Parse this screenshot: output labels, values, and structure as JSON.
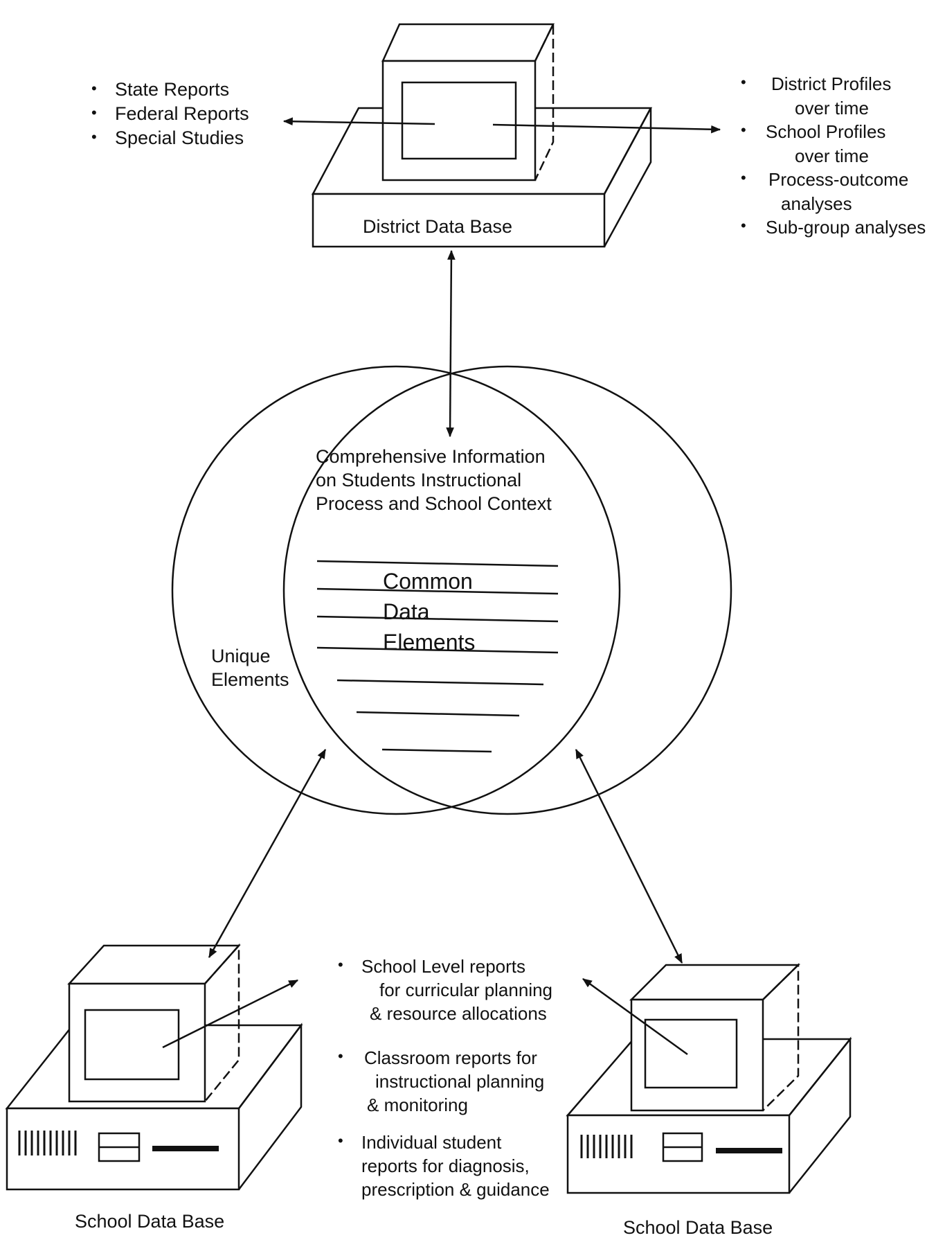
{
  "district": {
    "label": "District Data Base",
    "outputs_left": [
      "State Reports",
      "Federal Reports",
      "Special Studies"
    ],
    "outputs_right": [
      [
        "District  Profiles",
        "over time"
      ],
      [
        "School  Profiles",
        "over time"
      ],
      [
        "Process-outcome",
        "analyses"
      ],
      [
        "Sub-group  analyses"
      ]
    ]
  },
  "center": {
    "comprehensive": [
      "Comprehensive  Information",
      "on Students   Instructional",
      "Process and School Context"
    ],
    "common": [
      "Common",
      "Data",
      "Elements"
    ],
    "unique": [
      "Unique",
      "Elements"
    ]
  },
  "school": {
    "left_label": "School Data Base",
    "right_label": "School Data Base",
    "outputs": [
      [
        "School  Level  reports",
        "for  curricular  planning",
        "& resource  allocations"
      ],
      [
        "Classroom  reports  for",
        "instructional  planning",
        "& monitoring"
      ],
      [
        "Individual  student",
        "reports  for  diagnosis,",
        "prescription & guidance"
      ]
    ]
  }
}
